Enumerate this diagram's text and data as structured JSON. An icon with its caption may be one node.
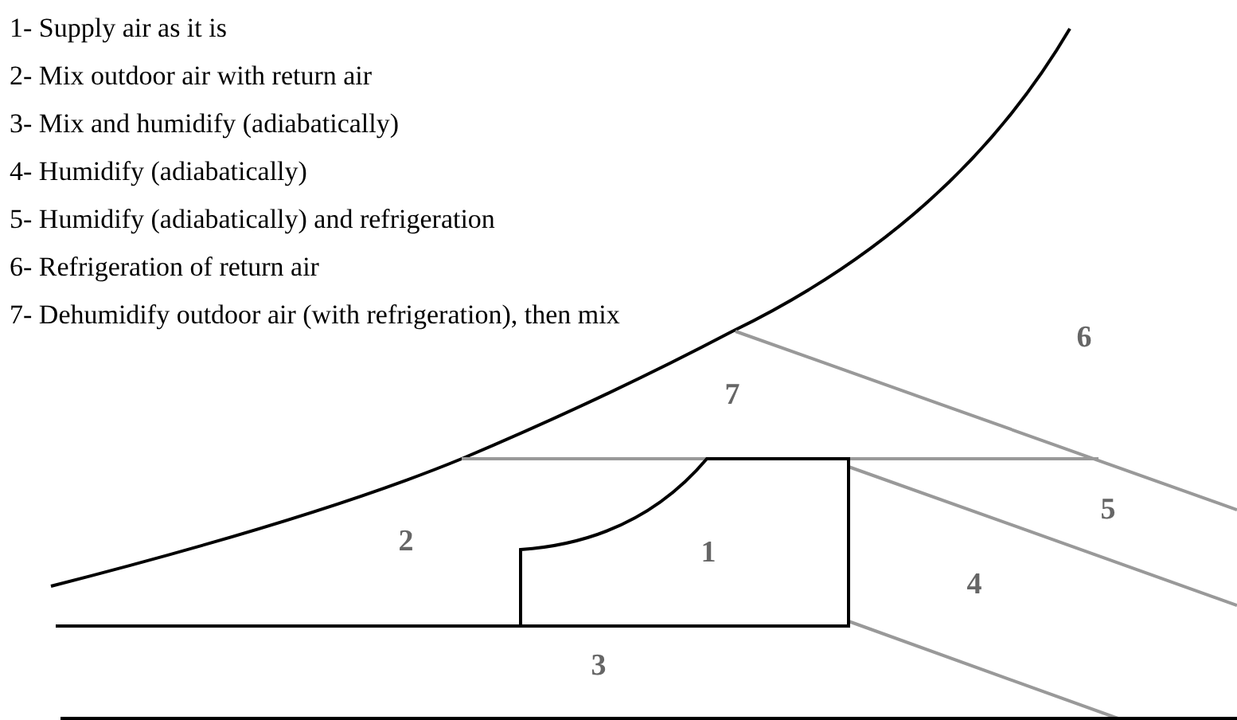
{
  "diagram": {
    "labels": [
      "1- Supply air as it is",
      "2- Mix outdoor air with return air",
      "3- Mix and humidify (adiabatically)",
      "4- Humidify (adiabatically)",
      "5- Humidify (adiabatically) and refrigeration",
      "6- Refrigeration of return air",
      "7- Dehumidify outdoor air (with refrigeration), then mix",
      "6",
      "7",
      "5",
      "2",
      "1",
      "4",
      "3"
    ]
  }
}
